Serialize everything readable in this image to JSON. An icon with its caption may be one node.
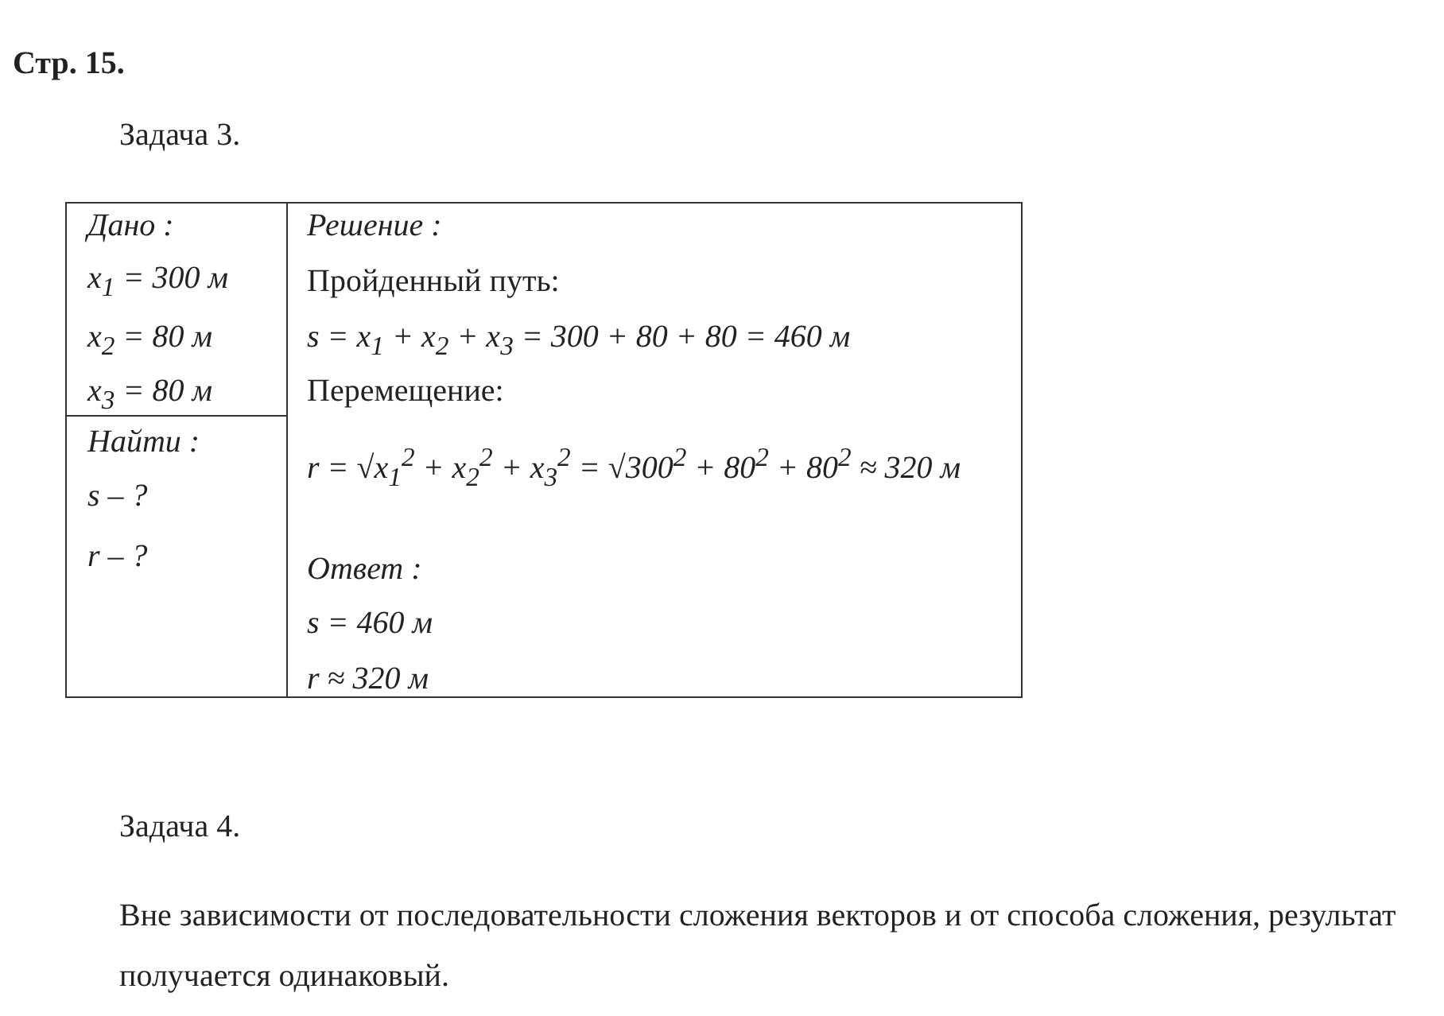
{
  "diagram": {
    "title": "Стр. 15.",
    "labels": [
      "Задача 3.",
      "Дано :",
      "x$_{1}$ = 300 м",
      "x$_{2}$ = 80 м",
      "x$_{3}$ = 80 м",
      "Найти :",
      "s – ?",
      "r – ?",
      "Решение :",
      "Пройденный путь:",
      "s = x$_{1}$ + x$_{2}$ + x$_{3}$ = 300 + 80 + 80 = 460 м",
      "Перемещение:",
      "r = √x$_{1}$$^{2}$ + x$_{2}$$^{2}$ + x$_{3}$$^{2}$ = √300$^{2}$ + 80$^{2}$ + 80$^{2}$ ≈ 320 м",
      "Ответ :",
      "s = 460 м",
      "r ≈ 320 м",
      "Задача 4.",
      "Вне зависимости от последовательности сложения векторов и от способа сложения, результат получается одинаковый."
    ]
  }
}
